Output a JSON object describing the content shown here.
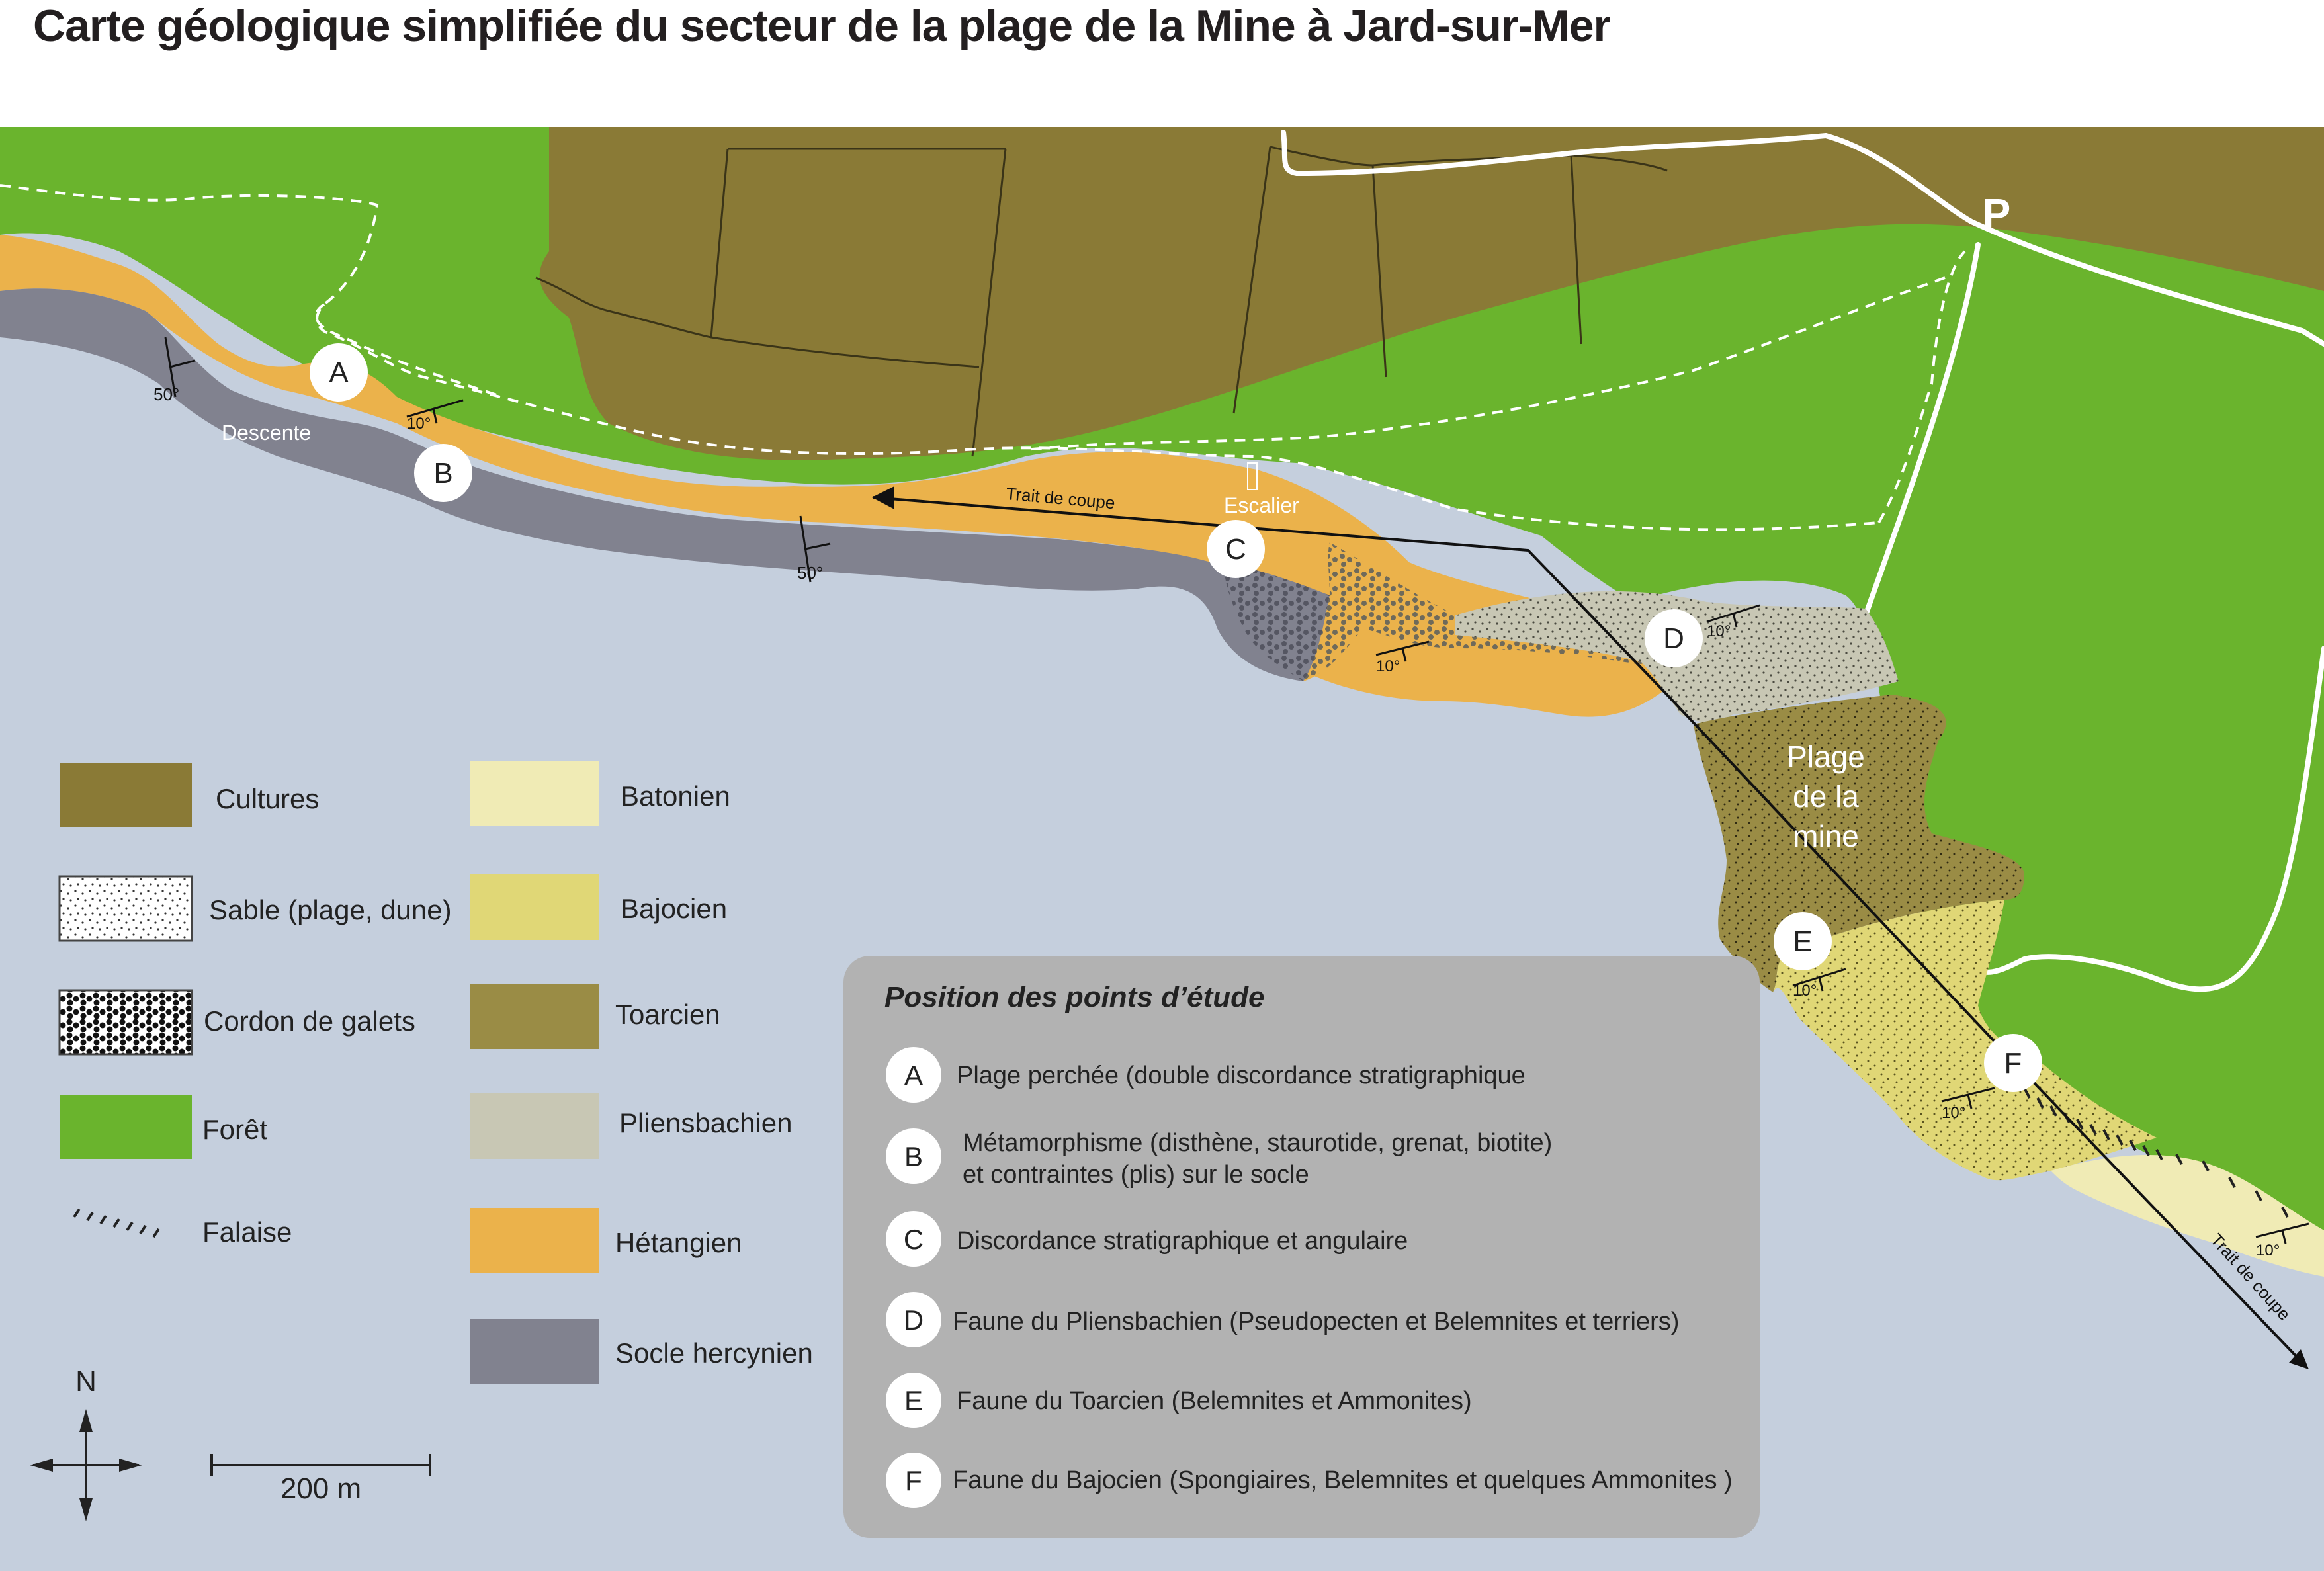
{
  "title": "Carte géologique simplifiée du secteur de la plage de la Mine à Jard-sur-Mer",
  "colors": {
    "sea": "#c5cfdd",
    "foret": "#6ab42d",
    "cultures": "#8a7a36",
    "sable": "#c8c7b4",
    "toarcien": "#9a8c45",
    "bajocien": "#e0d776",
    "batonien": "#f0ebb5",
    "pliensbachien": "#c8c7b4",
    "hetangien": "#ebb24b",
    "socle": "#81828f",
    "legend_box": "#b2b2b2"
  },
  "map_labels": {
    "descente": "Descente",
    "escalier": "Escalier",
    "trait_de_coupe_1": "Trait de coupe",
    "trait_de_coupe_2": "Trait de coupe",
    "plage_line1": "Plage",
    "plage_line2": "de la",
    "plage_line3": "mine",
    "parking": "P"
  },
  "dips": [
    {
      "label": "50°"
    },
    {
      "label": "10°"
    },
    {
      "label": "50°"
    },
    {
      "label": "10°"
    },
    {
      "label": "10°"
    },
    {
      "label": "10°"
    },
    {
      "label": "10°"
    },
    {
      "label": "10°"
    }
  ],
  "points": [
    "A",
    "B",
    "C",
    "D",
    "E",
    "F"
  ],
  "legend_left": [
    {
      "label": "Cultures",
      "pattern": "cultures"
    },
    {
      "label": "Sable (plage, dune)",
      "pattern": "sable"
    },
    {
      "label": "Cordon de galets",
      "pattern": "galets"
    },
    {
      "label": "Forêt",
      "pattern": "foret"
    },
    {
      "label": "Falaise",
      "pattern": "falaise"
    }
  ],
  "legend_right": [
    {
      "label": "Batonien",
      "color": "#f0ebb5"
    },
    {
      "label": "Bajocien",
      "color": "#e0d776"
    },
    {
      "label": "Toarcien",
      "color": "#9a8c45"
    },
    {
      "label": "Pliensbachien",
      "color": "#c8c7b4"
    },
    {
      "label": "Hétangien",
      "color": "#ebb24b"
    },
    {
      "label": "Socle hercynien",
      "color": "#81828f"
    }
  ],
  "compass": {
    "north": "N"
  },
  "scale": {
    "label": "200 m"
  },
  "study_points": {
    "heading": "Position des points d’étude",
    "items": [
      {
        "letter": "A",
        "text": "Plage perchée (double discordance stratigraphique"
      },
      {
        "letter": "B",
        "text": "Métamorphisme (disthène, staurotide, grenat, biotite)",
        "text2": "et contraintes (plis) sur le socle"
      },
      {
        "letter": "C",
        "text": "Discordance stratigraphique et angulaire"
      },
      {
        "letter": "D",
        "text": "Faune du Pliensbachien (Pseudopecten et Belemnites et terriers)"
      },
      {
        "letter": "E",
        "text": "Faune du Toarcien (Belemnites et Ammonites)"
      },
      {
        "letter": "F",
        "text": "Faune du Bajocien (Spongiaires, Belemnites et quelques Ammonites )"
      }
    ]
  }
}
